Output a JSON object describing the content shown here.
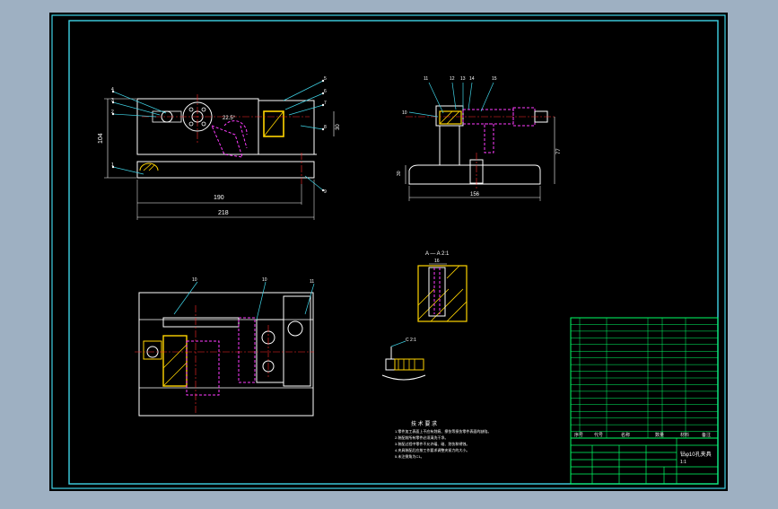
{
  "drawing": {
    "background_color": "#9eb0c2",
    "sheet_color": "#000000",
    "border_color": "#3fd3e6",
    "line_colors": {
      "outline": "#ffffff",
      "hidden": "#ff3cff",
      "center": "#ff2a2a",
      "dimension": "#ffffff",
      "leader": "#3fd3e6",
      "hatch": "#ffd400",
      "table": "#00ff66"
    }
  },
  "front_view": {
    "dim_height": "104",
    "dim_inner_width": "190",
    "dim_total_width": "218",
    "dim_right": "30",
    "angle_label": "22.5°",
    "balloons": [
      "4",
      "3",
      "2",
      "1",
      "5",
      "6",
      "7",
      "8",
      "9"
    ]
  },
  "side_view": {
    "balloons": [
      "11",
      "12",
      "13",
      "14",
      "15",
      "10"
    ],
    "dim_height": "77",
    "dim_base": "156",
    "dim_small": "30"
  },
  "top_view": {
    "balloons": [
      "10",
      "10",
      "11"
    ]
  },
  "section_view": {
    "label": "A — A 2:1",
    "dim": "16"
  },
  "detail_view": {
    "label": "C 2:1"
  },
  "tech_requirements": {
    "title": "技 术 要 求",
    "lines": [
      "1.零件加工表面上不应有划痕、擦伤等损伤零件表面的缺陷。",
      "2.装配前所有零件必须清洗干净。",
      "3.装配过程中零件不允许磕、碰、划伤和锈蚀。",
      "4.夹具装配后应按工作要求调整夹紧力的大小。",
      "5.未注倒角为C1。"
    ]
  },
  "title_block": {
    "drawing_name": "钻φ10孔夹具",
    "scale": "1:1",
    "material_header": "材料",
    "notes_header": "备注",
    "name_header": "名称",
    "qty_header": "数量",
    "code_header": "代号",
    "seq_header": "序号"
  }
}
